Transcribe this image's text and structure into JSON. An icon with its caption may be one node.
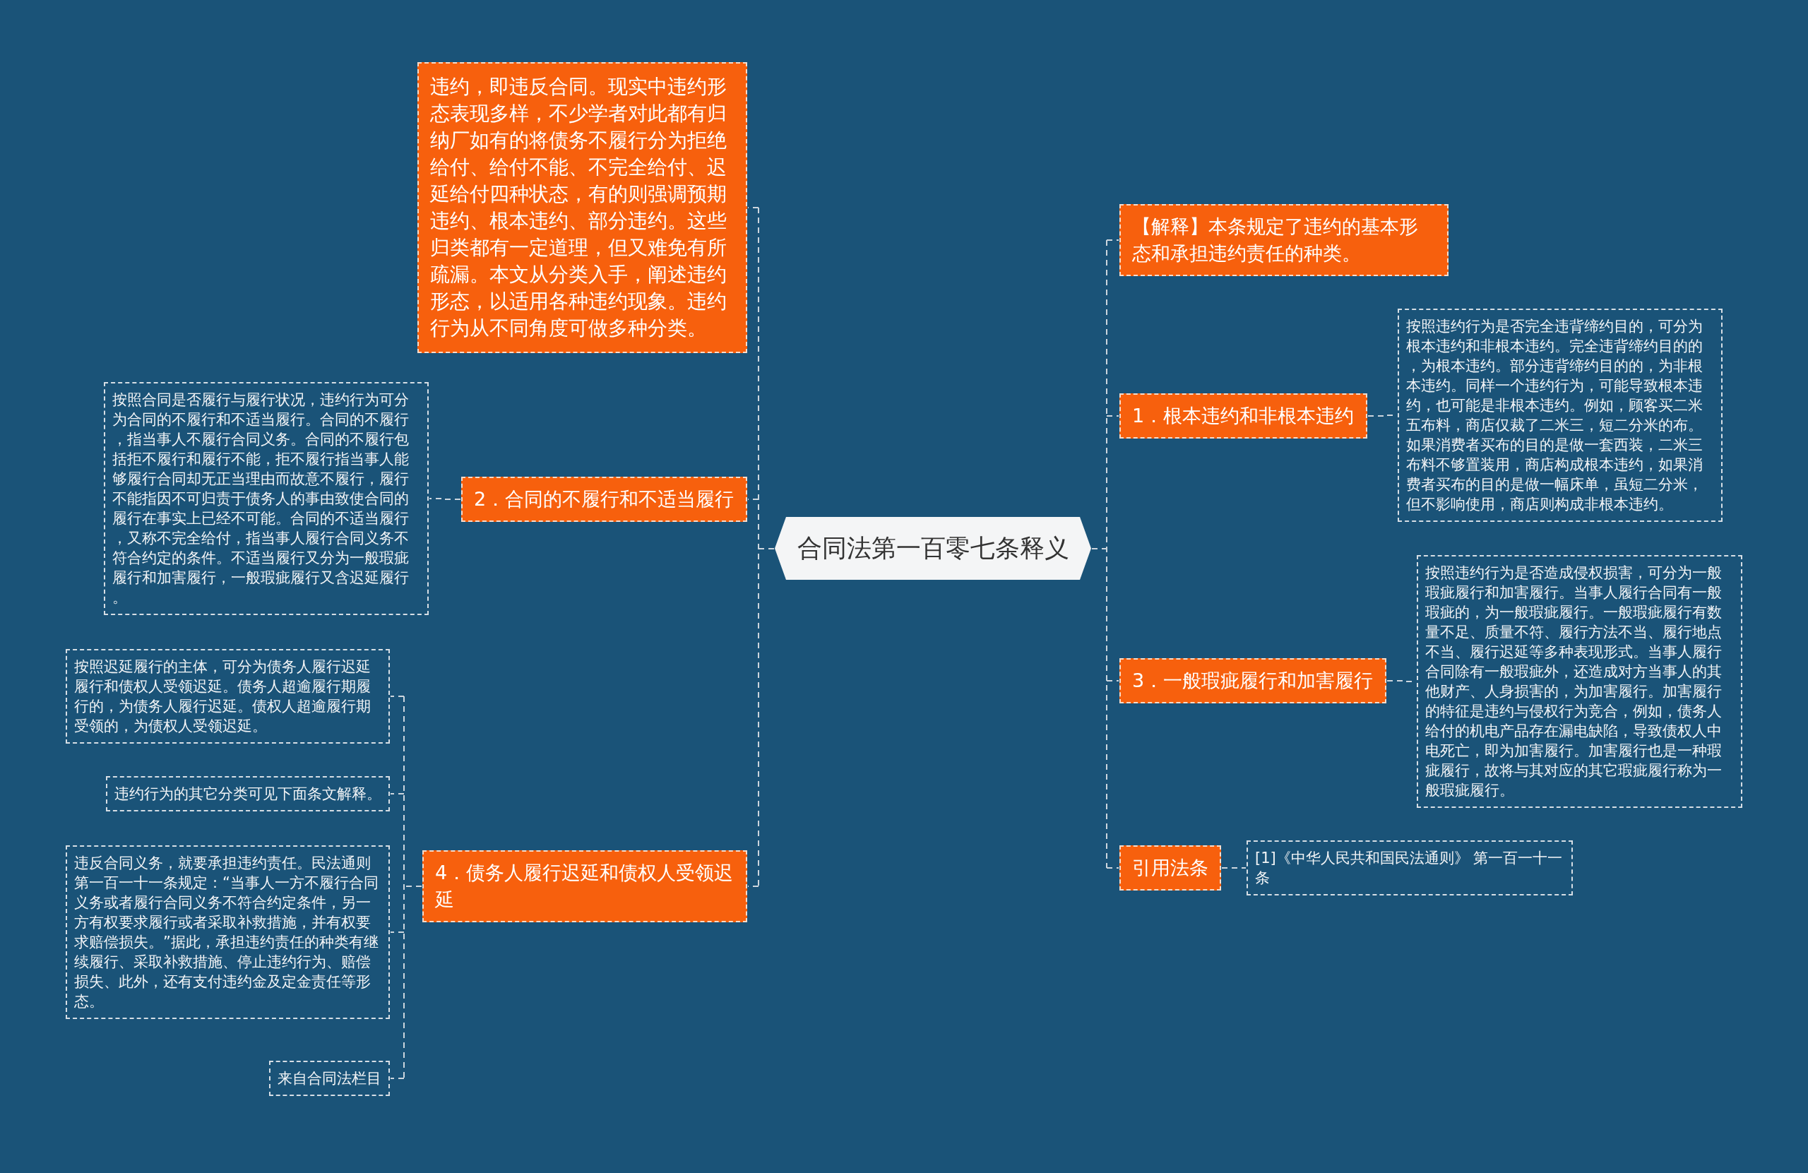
{
  "diagram": {
    "nodes": [
      {
        "text": [
          "合同法第一百零七条释义"
        ]
      },
      {
        "text": [
          "违约，即违反合同。现实中违约形态表现多样，不少学者对此都有归纳厂如有的将债务不履行分为拒绝给付、给付不能、不完全给付、迟延给付四种状态，有的则强调预期违约、根本违约、部分违约。这些归类都有一定道理，但又难免有所疏漏。本文从分类入手，阐述违约形态，以适用各种违约现象。违约行为从不同角度可做多种分类。"
        ]
      },
      {
        "text": [
          "2．合同的不履行和不适当履行"
        ]
      },
      {
        "text": [
          "按照合同是否履行与履行状况，违约行为可分为合同的不履行和不适当履行。合同的不履行，指当事人不履行合同义务。合同的不履行包括拒不履行和履行不能，拒不履行指当事人能够履行合同却无正当理由而故意不履行，履行不能指因不可归责于债务人的事由致使合同的履行在事实上已经不可能。合同的不适当履行，又称不完全给付，指当事人履行合同义务不符合约定的条件。不适当履行又分为一般瑕疵履行和加害履行，一般瑕疵履行又含迟延履行。"
        ]
      },
      {
        "text": [
          "4．债务人履行迟延和债权人受领迟延"
        ]
      },
      {
        "text": [
          "按照迟延履行的主体，可分为债务人履行迟延履行和债权人受领迟延。债务人超逾履行期履行的，为债务人履行迟延。债权人超逾履行期受领的，为债权人受领迟延。"
        ]
      },
      {
        "text": [
          "违约行为的其它分类可见下面条文解释。"
        ]
      },
      {
        "text": [
          "违反合同义务，就要承担违约责任。民法通则第一百一十一条规定：“当事人一方不履行合同义务或者履行合同义务不符合约定条件，另一方有权要求履行或者采取补救措施，并有权要求赔偿损失。”据此，承担违约责任的种类有继续履行、采取补救措施、停止违约行为、赔偿损失、此外，还有支付违约金及定金责任等形态。"
        ]
      },
      {
        "text": [
          "来自合同法栏目"
        ]
      },
      {
        "text": [
          "【解释】本条规定了违约的基本形态和承担违约责任的种类。"
        ]
      },
      {
        "text": [
          "1．根本违约和非根本违约"
        ]
      },
      {
        "text": [
          "按照违约行为是否完全违背缔约目的，可分为根本违约和非根本违约。完全违背缔约目的的，为根本违约。部分违背缔约目的的，为非根本违约。同样一个违约行为，可能导致根本违约，也可能是非根本违约。例如，顾客买二米五布料，商店仅裁了二米三，短二分米的布。如果消费者买布的目的是做一套西装，二米三布料不够置装用，商店构成根本违约，如果消费者买布的目的是做一幅床单，虽短二分米，但不影响使用，商店则构成非根本违约。"
        ]
      },
      {
        "text": [
          "3．一般瑕疵履行和加害履行"
        ]
      },
      {
        "text": [
          "按照违约行为是否造成侵权损害，可分为一般瑕疵履行和加害履行。当事人履行合同有一般瑕疵的，为一般瑕疵履行。一般瑕疵履行有数量不足、质量不符、履行方法不当、履行地点不当、履行迟延等多种表现形式。当事人履行合同除有一般瑕疵外，还造成对方当事人的其他财产、人身损害的，为加害履行。加害履行的特征是违约与侵权行为竞合，例如，债务人给付的机电产品存在漏电缺陷，导致债权人中电死亡，即为加害履行。加害履行也是一种瑕疵履行，故将与其对应的其它瑕疵履行称为一般瑕疵履行。"
        ]
      },
      {
        "text": [
          "引用法条"
        ]
      },
      {
        "text": [
          "[1]《中华人民共和国民法通则》 第一百一十一条"
        ]
      }
    ],
    "edges": [
      {
        "from": 0,
        "to": 1,
        "arrow": "none"
      },
      {
        "from": 0,
        "to": 2,
        "arrow": "none"
      },
      {
        "from": 0,
        "to": 4,
        "arrow": "none"
      },
      {
        "from": 2,
        "to": 3,
        "arrow": "none"
      },
      {
        "from": 4,
        "to": 5,
        "arrow": "none"
      },
      {
        "from": 4,
        "to": 6,
        "arrow": "none"
      },
      {
        "from": 4,
        "to": 7,
        "arrow": "none"
      },
      {
        "from": 4,
        "to": 8,
        "arrow": "none"
      },
      {
        "from": 0,
        "to": 9,
        "arrow": "none"
      },
      {
        "from": 0,
        "to": 10,
        "arrow": "none"
      },
      {
        "from": 0,
        "to": 12,
        "arrow": "none"
      },
      {
        "from": 0,
        "to": 14,
        "arrow": "none"
      },
      {
        "from": 10,
        "to": 11,
        "arrow": "none"
      },
      {
        "from": 12,
        "to": 13,
        "arrow": "none"
      },
      {
        "from": 14,
        "to": 15,
        "arrow": "none"
      }
    ]
  }
}
